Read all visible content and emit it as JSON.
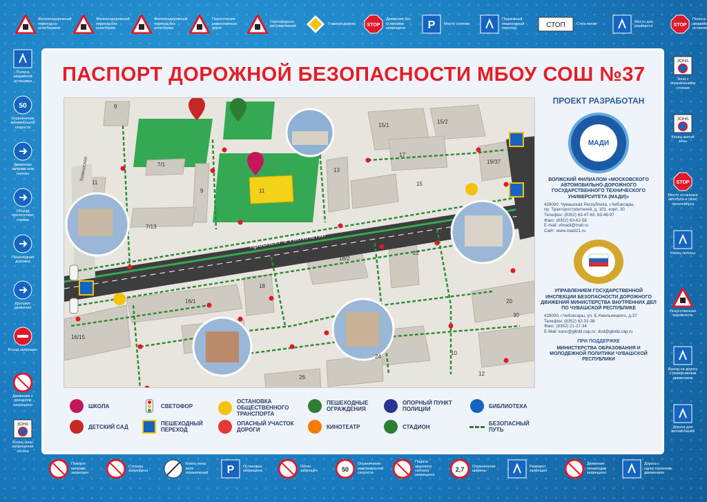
{
  "title": "ПАСПОРТ ДОРОЖНОЙ БЕЗОПАСНОСТИ МБОУ СОШ №37",
  "top_signs": [
    {
      "icon": "railway-crossing-barrier-icon",
      "label": "Железнодорожный переезд со шлагбаумом"
    },
    {
      "icon": "railway-crossing-train-icon",
      "label": "Железнодорожный переезд без шлагбаума"
    },
    {
      "icon": "railway-cross-icon",
      "label": "Железнодорожный переезд без шлагбаума"
    },
    {
      "icon": "crossroads-icon",
      "label": "Пересечение равнозначных дорог"
    },
    {
      "icon": "traffic-light-icon",
      "label": "Светофорное регулирование"
    },
    {
      "icon": "main-road-icon",
      "label": "Главная дорога"
    },
    {
      "icon": "stop-icon",
      "label": "Движение без остановки запрещено"
    },
    {
      "icon": "parking-icon",
      "label": "Место стоянки"
    },
    {
      "icon": "underground-crossing-icon",
      "label": "Подземный пешеходный переход"
    },
    {
      "icon": "stop-line-icon",
      "label": "Стоп-линия"
    },
    {
      "icon": "u-turn-icon",
      "label": "Место для разворота"
    },
    {
      "icon": "emergency-stop-icon",
      "label": "Полоса аварийной остановки"
    }
  ],
  "stop_text": "СТОП",
  "stop_sign_text": "STOP",
  "left_signs": [
    {
      "icon": "emergency-lane-icon",
      "label": "Полоса аварийной остановки"
    },
    {
      "icon": "min-speed-icon",
      "label": "Ограничение минимальной скорости",
      "value": "50"
    },
    {
      "icon": "right-left-icon",
      "label": "Движение направо или налево"
    },
    {
      "icon": "detour-right-icon",
      "label": "Объезд препятствия справа"
    },
    {
      "icon": "pedestrian-path-icon",
      "label": "Пешеходная дорожка"
    },
    {
      "icon": "roundabout-icon",
      "label": "Круговое движение"
    },
    {
      "icon": "no-entry-icon",
      "label": "Въезд запрещен"
    },
    {
      "icon": "truck-prohibited-icon",
      "label": "Движение с прицепом запрещено"
    },
    {
      "icon": "end-zone-icon",
      "label": "Конец зоны запрещения обгона"
    }
  ],
  "right_signs": [
    {
      "icon": "zone-limit-icon",
      "label": "Зона с ограничением стоянки",
      "zone_text": "ЗОНА"
    },
    {
      "icon": "end-zone-yellow-icon",
      "label": "Конец жилой зоны"
    },
    {
      "icon": "bus-stop-icon",
      "label": "Место остановки автобуса и (или) троллейбуса"
    },
    {
      "icon": "lane-end-icon",
      "label": "Конец полосы"
    },
    {
      "icon": "speed-bump-icon",
      "label": "Искусственная неровность"
    },
    {
      "icon": "one-way-icon",
      "label": "Выезд на дорогу с реверсивным движением"
    },
    {
      "icon": "car-road-icon",
      "label": "Дорога для автомобилей"
    }
  ],
  "bottom_signs": [
    {
      "icon": "no-right-turn-icon",
      "label": "Поворот направо запрещен"
    },
    {
      "icon": "no-stopping-icon",
      "label": "Стоянка запрещена"
    },
    {
      "icon": "end-all-limits-icon",
      "label": "Конец зоны всех ограничений"
    },
    {
      "icon": "no-parking-icon",
      "label": "Остановка запрещена"
    },
    {
      "icon": "no-overtake-icon",
      "label": "Обгон запрещен"
    },
    {
      "icon": "max-speed-icon",
      "label": "Ограничение максимальной скорости",
      "value": "50"
    },
    {
      "icon": "no-horn-icon",
      "label": "Подача звукового сигнала запрещена"
    },
    {
      "icon": "width-limit-icon",
      "label": "Ограничение ширины",
      "value": "2,7"
    },
    {
      "icon": "no-u-turn-icon",
      "label": "Разворот запрещен"
    },
    {
      "icon": "no-pedestrian-icon",
      "label": "Движение пешеходов запрещено"
    },
    {
      "icon": "one-way-road-icon",
      "label": "Дорога с односторонним движением"
    }
  ],
  "map": {
    "street_label": "проспект 9 Пятилетки",
    "school_number": "11",
    "building_numbers": [
      "9",
      "15/1",
      "15/2",
      "17",
      "19/37",
      "15",
      "13",
      "11",
      "7/1",
      "9",
      "7/13",
      "22",
      "18/2",
      "18",
      "16/1",
      "16/15",
      "20",
      "24",
      "26",
      "30",
      "10",
      "12"
    ],
    "hidden_label_left": "Хевешская"
  },
  "right_panel": {
    "project_heading": "ПРОЕКТ РАЗРАБОТАН",
    "madi_logo_text": "МАДИ",
    "org1": "ВОЛЖСКИЙ ФИЛИАЛОМ «МОСКОВСКОГО АВТОМОБИЛЬНО-ДОРОЖНОГО ГОСУДАРСТВЕННОГО ТЕХНИЧЕСКОГО УНИВЕРСИТЕТА (МАДИ)»",
    "org1_address": [
      "428000, Чувашская Республика, г.Чебоксары,",
      "пр. Тракторостроителей, д. 101, корп. 30",
      "Телефон: (8352) 63-47-63, 63-49-97",
      "Факс: (8352) 63-62-58",
      "E-mail: vfmadi@mail.ru",
      "Сайт: www.madi21.ru"
    ],
    "org2": "УПРАВЛЕНИЕМ ГОСУДАРСТВЕННОЙ ИНСПЕКЦИИ БЕЗОПАСНОСТИ ДОРОЖНОГО ДВИЖЕНИЯ МИНИСТЕРСТВА ВНУТРЕННИХ ДЕЛ ПО ЧУВАШСКОЙ РЕСПУБЛИКЕ",
    "org2_address": [
      "428000, г.Чебоксары, ул. Б.Хмельницкого, д.37",
      "Телефон: (8352) 62-01-38",
      "Факс: (8352) 21-27-34",
      "E-Mail: kanc@gibdd.cap.ru; dod@gibdd.cap.ru"
    ],
    "support_heading": "ПРИ ПОДДЕРЖКЕ",
    "org3": "МИНИСТЕРСТВА ОБРАЗОВАНИЯ И МОЛОДЕЖНОЙ ПОЛИТИКИ ЧУВАШСКОЙ РЕСПУБЛИКИ"
  },
  "legend": [
    {
      "icon": "school-icon",
      "label": "ШКОЛА",
      "color": "#c2185b"
    },
    {
      "icon": "kindergarten-icon",
      "label": "ДЕТСКИЙ САД",
      "color": "#c62828"
    },
    {
      "icon": "traffic-light-icon",
      "label": "СВЕТОФОР",
      "color": "#f2f2f2"
    },
    {
      "icon": "crosswalk-icon",
      "label": "ПЕШЕХОДНЫЙ ПЕРЕХОД",
      "color": "#1565c0"
    },
    {
      "icon": "bus-stop-icon",
      "label": "ОСТАНОВКА ОБЩЕСТВЕННОГО ТРАНСПОРТА",
      "color": "#f4c20d"
    },
    {
      "icon": "danger-icon",
      "label": "ОПАСНЫЙ УЧАСТОК ДОРОГИ",
      "color": "#e53935"
    },
    {
      "icon": "fence-icon",
      "label": "ПЕШЕХОДНЫЕ ОГРАЖДЕНИЯ",
      "color": "#2e7d32"
    },
    {
      "icon": "cinema-icon",
      "label": "КИНОТЕАТР",
      "color": "#f57c00"
    },
    {
      "icon": "police-icon",
      "label": "ОПОРНЫЙ ПУНКТ ПОЛИЦИИ",
      "color": "#283593"
    },
    {
      "icon": "stadium-icon",
      "label": "СТАДИОН",
      "color": "#2e7d32"
    },
    {
      "icon": "library-icon",
      "label": "БИБЛИОТЕКА",
      "color": "#1565c0"
    },
    {
      "icon": "safe-path-icon",
      "label": "БЕЗОПАСНЫЙ ПУТЬ",
      "color": "#2e7d32"
    }
  ],
  "colors": {
    "title": "#e41e26",
    "road": "#3d3d3d",
    "green": "#2ea54a",
    "safe_path": "#2e8b3a",
    "danger_dot": "#e0192a",
    "background": "#1e88c9"
  }
}
